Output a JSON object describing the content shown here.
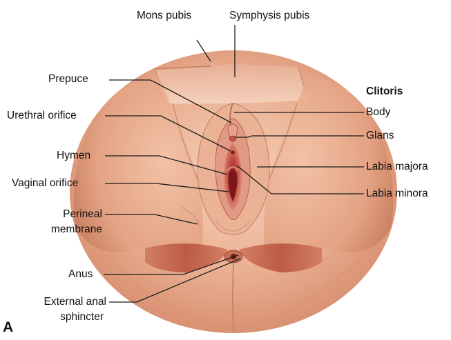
{
  "labels": {
    "mons_pubis": "Mons pubis",
    "symphysis_pubis": "Symphysis pubis",
    "prepuce": "Prepuce",
    "urethral_orifice": "Urethral orifice",
    "hymen": "Hymen",
    "vaginal_orifice": "Vaginal orifice",
    "perineal_membrane_1": "Perineal",
    "perineal_membrane_2": "membrane",
    "anus": "Anus",
    "external_anal_sphincter_1": "External anal",
    "external_anal_sphincter_2": "sphincter",
    "clitoris_heading": "Clitoris",
    "body": "Body",
    "glans": "Glans",
    "labia_majora": "Labia majora",
    "labia_minora": "Labia minora",
    "panel_letter": "A"
  },
  "colors": {
    "skin_base": "#e8a98c",
    "skin_light": "#f3c7ae",
    "skin_shadow": "#c97d62",
    "mucosa": "#b8433a",
    "muscle": "#c65f45",
    "line": "#1a1a1a"
  }
}
